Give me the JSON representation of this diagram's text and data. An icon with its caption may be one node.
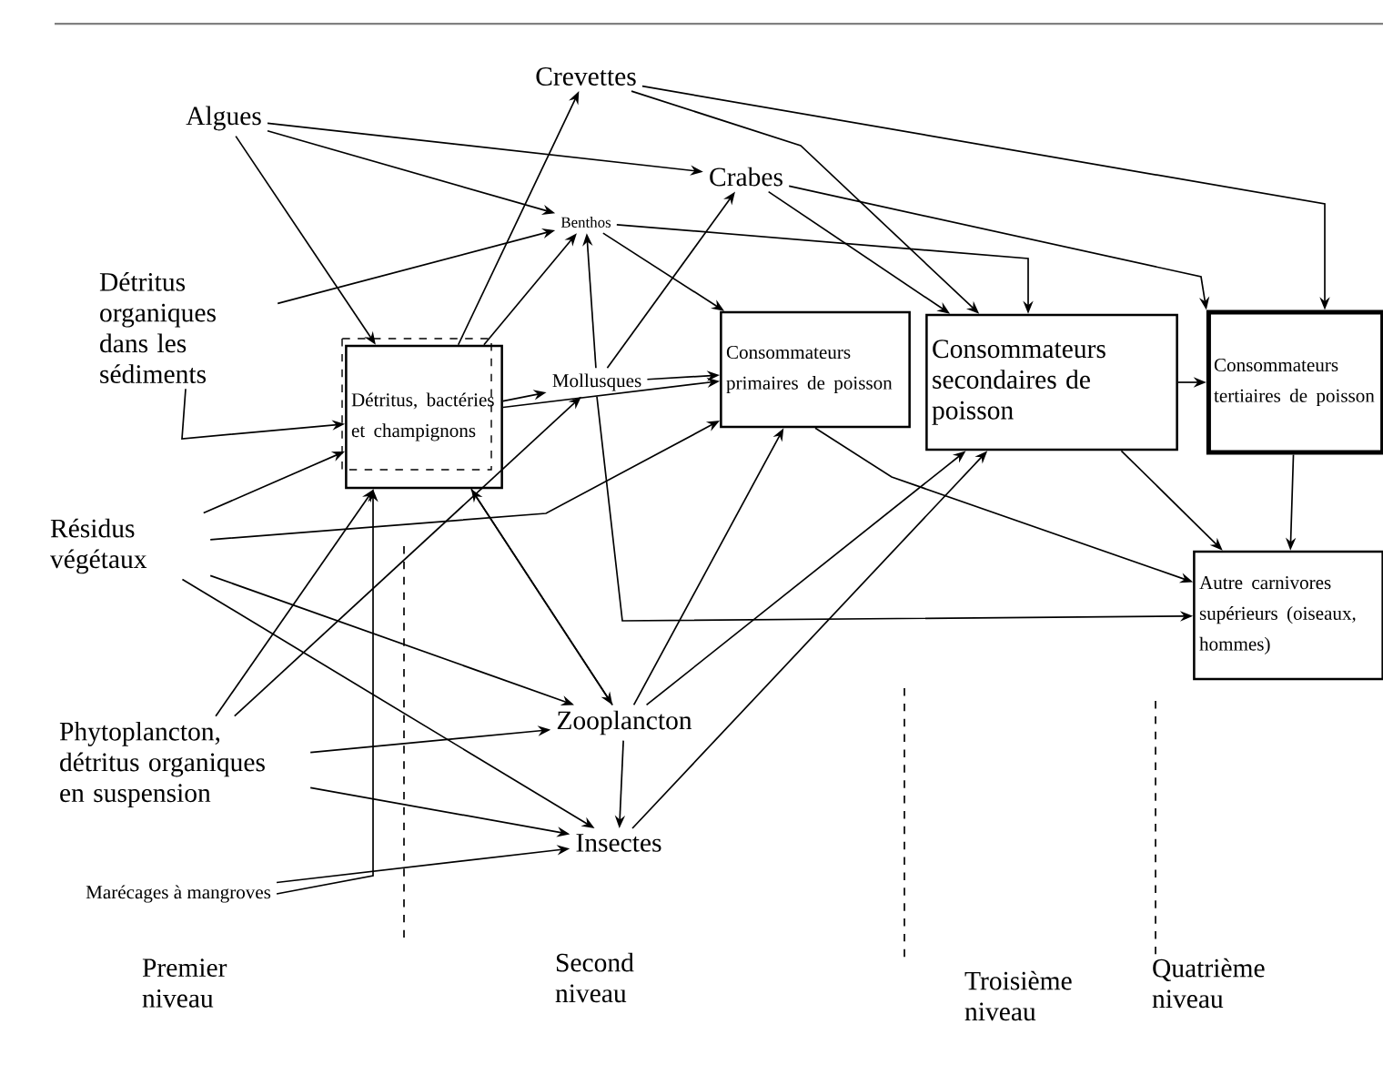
{
  "diagram": {
    "nodes": [
      {
        "text": [
          "Algues"
        ]
      },
      {
        "text": [
          "Détritus organiques dans les sédiments"
        ]
      },
      {
        "text": [
          "Résidus végétaux"
        ]
      },
      {
        "text": [
          "Phytoplancton, détritus organiques en suspension"
        ]
      },
      {
        "text": [
          "Marécages à mangroves"
        ]
      },
      {
        "text": [
          "Crevettes"
        ]
      },
      {
        "text": [
          "Crabes"
        ]
      },
      {
        "text": [
          "Benthos"
        ]
      },
      {
        "text": [
          "Détritus, bactéries et champignons"
        ]
      },
      {
        "text": [
          "Mollusques"
        ]
      },
      {
        "text": [
          "Consommateurs primaires de poisson"
        ]
      },
      {
        "text": [
          "Consommateurs secondaires de poisson"
        ]
      },
      {
        "text": [
          "Consommateurs tertiaires de poisson"
        ]
      },
      {
        "text": [
          "Autre carnivores supérieurs (oiseaux, hommes)"
        ]
      },
      {
        "text": [
          "Zooplancton"
        ]
      },
      {
        "text": [
          "Insectes"
        ]
      }
    ],
    "edges": [
      {
        "from": 0,
        "to": 6,
        "arrow": "to"
      },
      {
        "from": 0,
        "to": 7,
        "arrow": "to"
      },
      {
        "from": 0,
        "to": 8,
        "arrow": "to"
      },
      {
        "from": 1,
        "to": 7,
        "arrow": "to"
      },
      {
        "from": 1,
        "to": 8,
        "arrow": "to"
      },
      {
        "from": 2,
        "to": 8,
        "arrow": "to"
      },
      {
        "from": 2,
        "to": 10,
        "arrow": "to"
      },
      {
        "from": 2,
        "to": 14,
        "arrow": "to"
      },
      {
        "from": 2,
        "to": 15,
        "arrow": "to"
      },
      {
        "from": 3,
        "to": 8,
        "arrow": "to"
      },
      {
        "from": 3,
        "to": 9,
        "arrow": "to"
      },
      {
        "from": 3,
        "to": 14,
        "arrow": "to"
      },
      {
        "from": 3,
        "to": 15,
        "arrow": "to"
      },
      {
        "from": 4,
        "to": 8,
        "arrow": "to"
      },
      {
        "from": 4,
        "to": 15,
        "arrow": "to"
      },
      {
        "from": 8,
        "to": 5,
        "arrow": "to"
      },
      {
        "from": 8,
        "to": 7,
        "arrow": "to"
      },
      {
        "from": 8,
        "to": 9,
        "arrow": "to"
      },
      {
        "from": 8,
        "to": 10,
        "arrow": "to"
      },
      {
        "from": 8,
        "to": 14,
        "arrow": "to"
      },
      {
        "from": 9,
        "to": 7,
        "arrow": "to"
      },
      {
        "from": 9,
        "to": 6,
        "arrow": "to"
      },
      {
        "from": 9,
        "to": 10,
        "arrow": "to"
      },
      {
        "from": 9,
        "to": 13,
        "arrow": "to"
      },
      {
        "from": 7,
        "to": 10,
        "arrow": "to"
      },
      {
        "from": 7,
        "to": 11,
        "arrow": "to"
      },
      {
        "from": 5,
        "to": 11,
        "arrow": "to"
      },
      {
        "from": 5,
        "to": 12,
        "arrow": "to"
      },
      {
        "from": 6,
        "to": 11,
        "arrow": "to"
      },
      {
        "from": 6,
        "to": 12,
        "arrow": "to"
      },
      {
        "from": 10,
        "to": 13,
        "arrow": "to"
      },
      {
        "from": 11,
        "to": 12,
        "arrow": "to"
      },
      {
        "from": 11,
        "to": 13,
        "arrow": "to"
      },
      {
        "from": 12,
        "to": 13,
        "arrow": "to"
      },
      {
        "from": 14,
        "to": 8,
        "arrow": "to"
      },
      {
        "from": 14,
        "to": 10,
        "arrow": "to"
      },
      {
        "from": 14,
        "to": 11,
        "arrow": "to"
      },
      {
        "from": 14,
        "to": 15,
        "arrow": "to"
      },
      {
        "from": 15,
        "to": 11,
        "arrow": "to"
      }
    ],
    "labels": [
      "Premier niveau",
      "Second niveau",
      "Troisième niveau",
      "Quatrième niveau"
    ]
  }
}
